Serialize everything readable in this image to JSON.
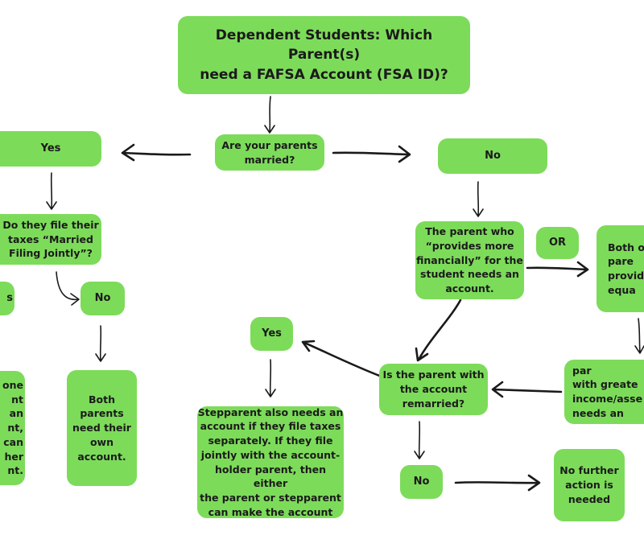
{
  "colors": {
    "box_fill": "#7ddb5a",
    "text": "#1a1a1a",
    "arrow": "#1a1a1a",
    "background": "#ffffff"
  },
  "nodes": {
    "title": "Dependent Students: Which Parent(s)\nneed a FAFSA Account (FSA ID)?",
    "married_question": "Are your parents\nmarried?",
    "yes_married": "Yes",
    "no_married": "No",
    "file_jointly_question": "Do they file their\ntaxes “Married\nFiling Jointly”?",
    "yes_jointly": "s",
    "no_jointly": "No",
    "one_parent_account": "one\nnt\nan\nnt,\ncan\nher\nnt.",
    "both_parents_account": "Both\nparents\nneed their\nown\naccount.",
    "provides_more": "The parent who\n“provides more\nfinancially” for the\nstudent needs an\naccount.",
    "or_label": "OR",
    "both_equal": "Both o\npare\nprovide\nequa",
    "greater_income": "Then the par\nwith greate\nincome/asse\nneeds an acco",
    "remarried_question": "Is the parent with\nthe account\nremarried?",
    "yes_remarried": "Yes",
    "no_remarried": "No",
    "stepparent": "Stepparent also needs an\naccount if they file taxes\nseparately. If they file\njointly with the account-\nholder parent, then either\nthe parent or stepparent\ncan make the account",
    "no_further_action": "No further\naction is\nneeded"
  }
}
